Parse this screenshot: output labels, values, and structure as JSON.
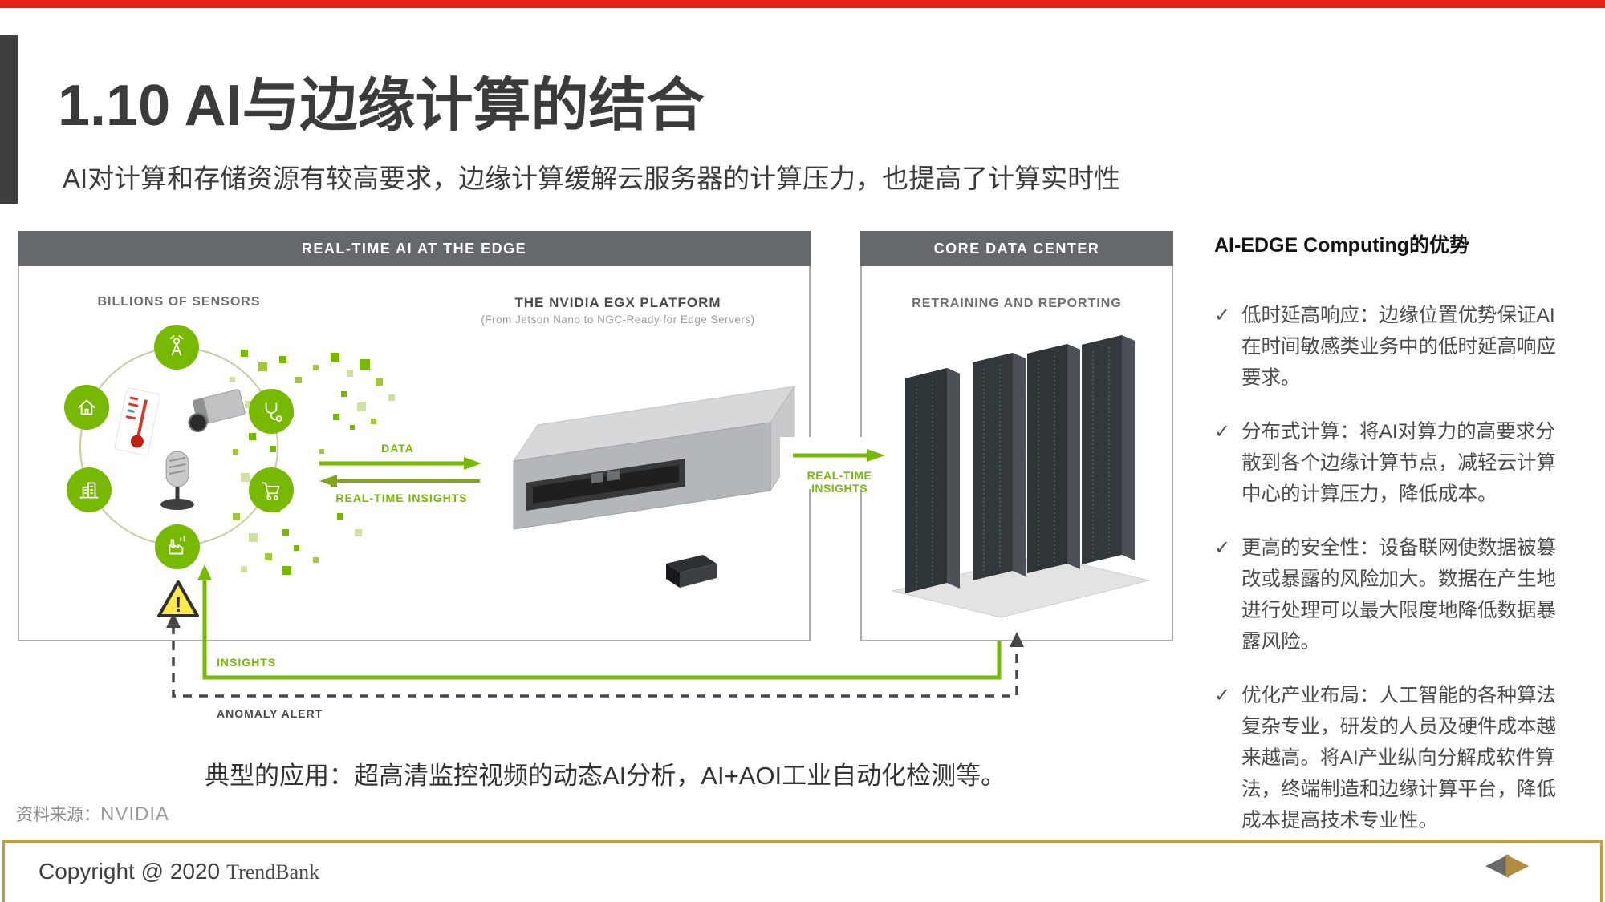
{
  "slide": {
    "title": "1.10 AI与边缘计算的结合",
    "subtitle": "AI对计算和存储资源有较高要求，边缘计算缓解云服务器的计算压力，也提高了计算实时性",
    "application_note": "典型的应用：超高清监控视频的动态AI分析，AI+AOI工业自动化检测等。",
    "source_label": "资料来源：",
    "source_value": "NVIDIA"
  },
  "diagram": {
    "edge_panel": {
      "header": "REAL-TIME AI AT THE EDGE",
      "sensors_label": "BILLIONS OF SENSORS",
      "platform_title": "THE NVIDIA EGX PLATFORM",
      "platform_subtitle": "(From Jetson Nano to NGC-Ready for Edge Servers)",
      "data_arrow_label": "DATA",
      "insights_arrow_label": "REAL-TIME INSIGHTS"
    },
    "core_panel": {
      "header": "CORE DATA CENTER",
      "label": "RETRAINING AND REPORTING"
    },
    "between_arrow_label": "REAL-TIME INSIGHTS",
    "insights_line_label": "INSIGHTS",
    "anomaly_line_label": "ANOMALY ALERT",
    "warning_glyph": "!"
  },
  "sidebar": {
    "title": "AI-EDGE Computing的优势",
    "check_glyph": "✓",
    "bullets": [
      "低时延高响应：边缘位置优势保证AI在时间敏感类业务中的低时延高响应要求。",
      "分布式计算：将AI对算力的高要求分散到各个边缘计算节点，减轻云计算中心的计算压力，降低成本。",
      "更高的安全性：设备联网使数据被篡改或暴露的风险加大。数据在产生地进行处理可以最大限度地降低数据暴露风险。",
      "优化产业布局：人工智能的各种算法复杂专业，研发的人员及硬件成本越来越高。将AI产业纵向分解成软件算法，终端制造和边缘计算平台，降低成本提高技术专业性。"
    ]
  },
  "footer": {
    "copyright": "Copyright @ 2020",
    "brand": "TrendBank",
    "prev_glyph": "◀",
    "next_glyph": "▶"
  },
  "colors": {
    "accent_green": "#76b900",
    "top_bar_red": "#e2231a",
    "panel_header_gray": "#66696c",
    "footer_border_gold": "#c89a35"
  }
}
